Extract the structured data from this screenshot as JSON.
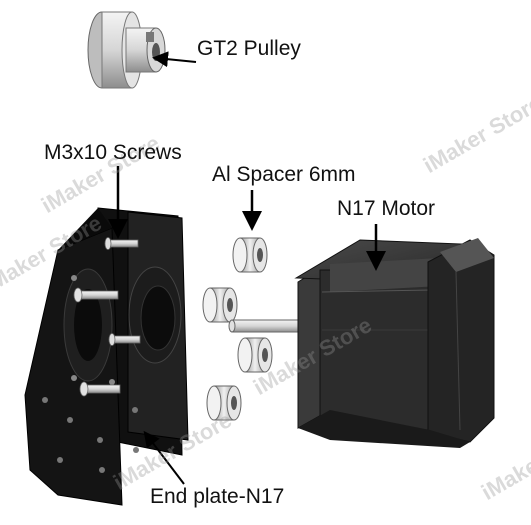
{
  "labels": {
    "pulley": "GT2 Pulley",
    "screws": "M3x10 Screws",
    "spacer": "Al Spacer 6mm",
    "motor": "N17 Motor",
    "endplate": "End plate-N17"
  },
  "watermark": "iMaker Store",
  "colors": {
    "plate": "#151515",
    "motor_body": "#2b2b2b",
    "motor_cap": "#3a3a3a",
    "metal_light": "#e8e8e8",
    "metal_dark": "#9a9a9a",
    "arrow": "#000000"
  }
}
